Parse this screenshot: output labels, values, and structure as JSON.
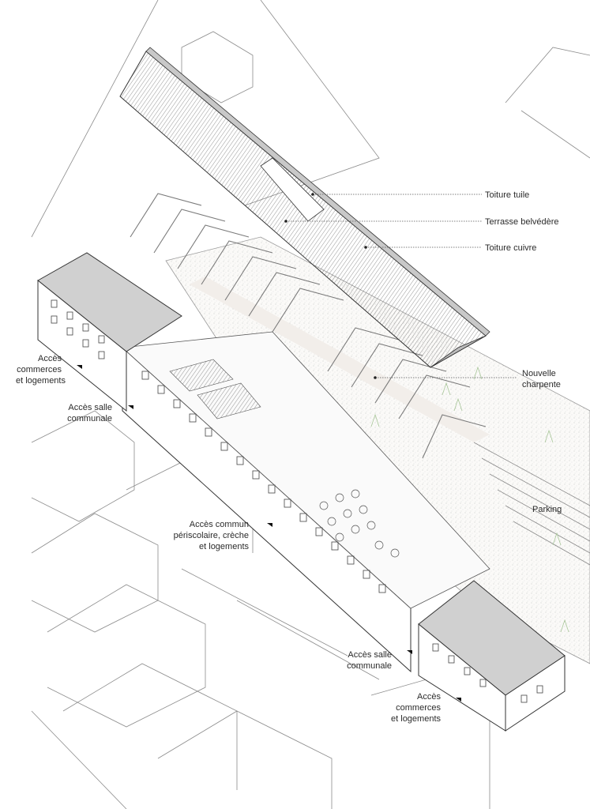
{
  "diagram": {
    "type": "axonometric-architectural-drawing",
    "callouts": [
      {
        "id": "toiture-tuile",
        "text": "Toiture tuile"
      },
      {
        "id": "terrasse-belvedere",
        "text": "Terrasse belvédère"
      },
      {
        "id": "toiture-cuivre",
        "text": "Toiture cuivre"
      },
      {
        "id": "nouvelle-charpente",
        "lines": [
          "Nouvelle",
          "charpente"
        ]
      },
      {
        "id": "parking",
        "text": "Parking"
      }
    ],
    "access_labels": [
      {
        "id": "acces-commerces-nw",
        "lines": [
          "Accès",
          "commerces",
          "et logements"
        ]
      },
      {
        "id": "acces-salle-nw",
        "lines": [
          "Accès salle",
          "communale"
        ]
      },
      {
        "id": "acces-commun",
        "lines": [
          "Accès commun",
          "périscolaire, crèche",
          "et logements"
        ]
      },
      {
        "id": "acces-salle-se",
        "lines": [
          "Accès salle",
          "communale"
        ]
      },
      {
        "id": "acces-commerces-se",
        "lines": [
          "Accès",
          "commerces",
          "et logements"
        ]
      }
    ],
    "colors": {
      "line": "#3a3a3a",
      "light_line": "#9a9a9a",
      "roof_shade": "#cfcfcf",
      "paving": "#f2eeea",
      "vegetation": "#a9c79a",
      "label": "#2b2b2b"
    }
  }
}
